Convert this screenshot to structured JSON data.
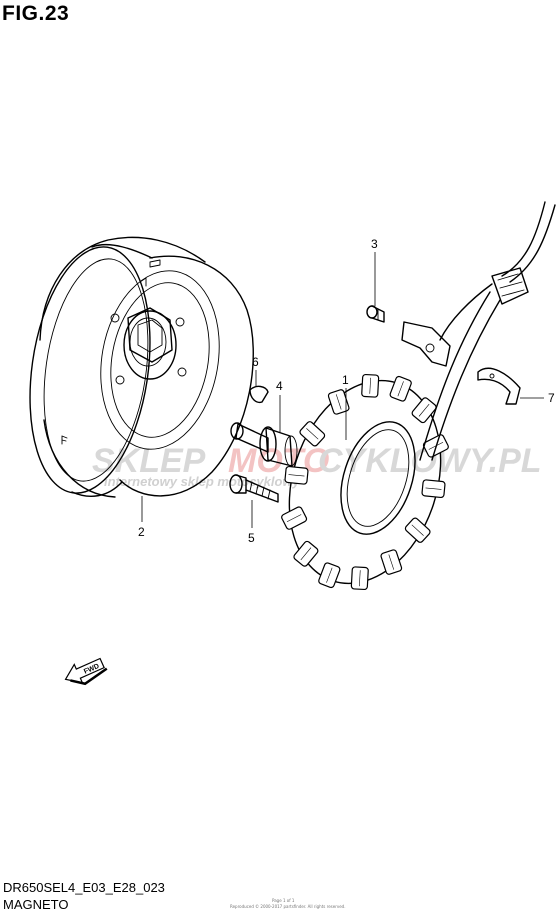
{
  "figure": {
    "title": "FIG.23",
    "model_code": "DR650SEL4_E03_E28_023",
    "section_name": "MAGNETO"
  },
  "callouts": [
    {
      "number": "1",
      "part": "stator"
    },
    {
      "number": "2",
      "part": "rotor"
    },
    {
      "number": "3",
      "part": "screw"
    },
    {
      "number": "4",
      "part": "starter idle gear shaft"
    },
    {
      "number": "5",
      "part": "bolt"
    },
    {
      "number": "6",
      "part": "key"
    },
    {
      "number": "7",
      "part": "clamp"
    }
  ],
  "fwd_arrow": {
    "label": "FWD"
  },
  "watermark": {
    "brand_prefix": "SKLEP",
    "brand_suffix": "MOTO",
    "brand_tail": "CYKLOWY.PL",
    "tagline": "internetowy sklep motocyklowy",
    "prefix_color": "#cfcfcf",
    "suffix_color": "#f0b7b7"
  },
  "footer_tiny": {
    "line1": "Page 1 of 1",
    "line2": "Reproduced © 2000-2017 partsfinder. All rights reserved."
  }
}
